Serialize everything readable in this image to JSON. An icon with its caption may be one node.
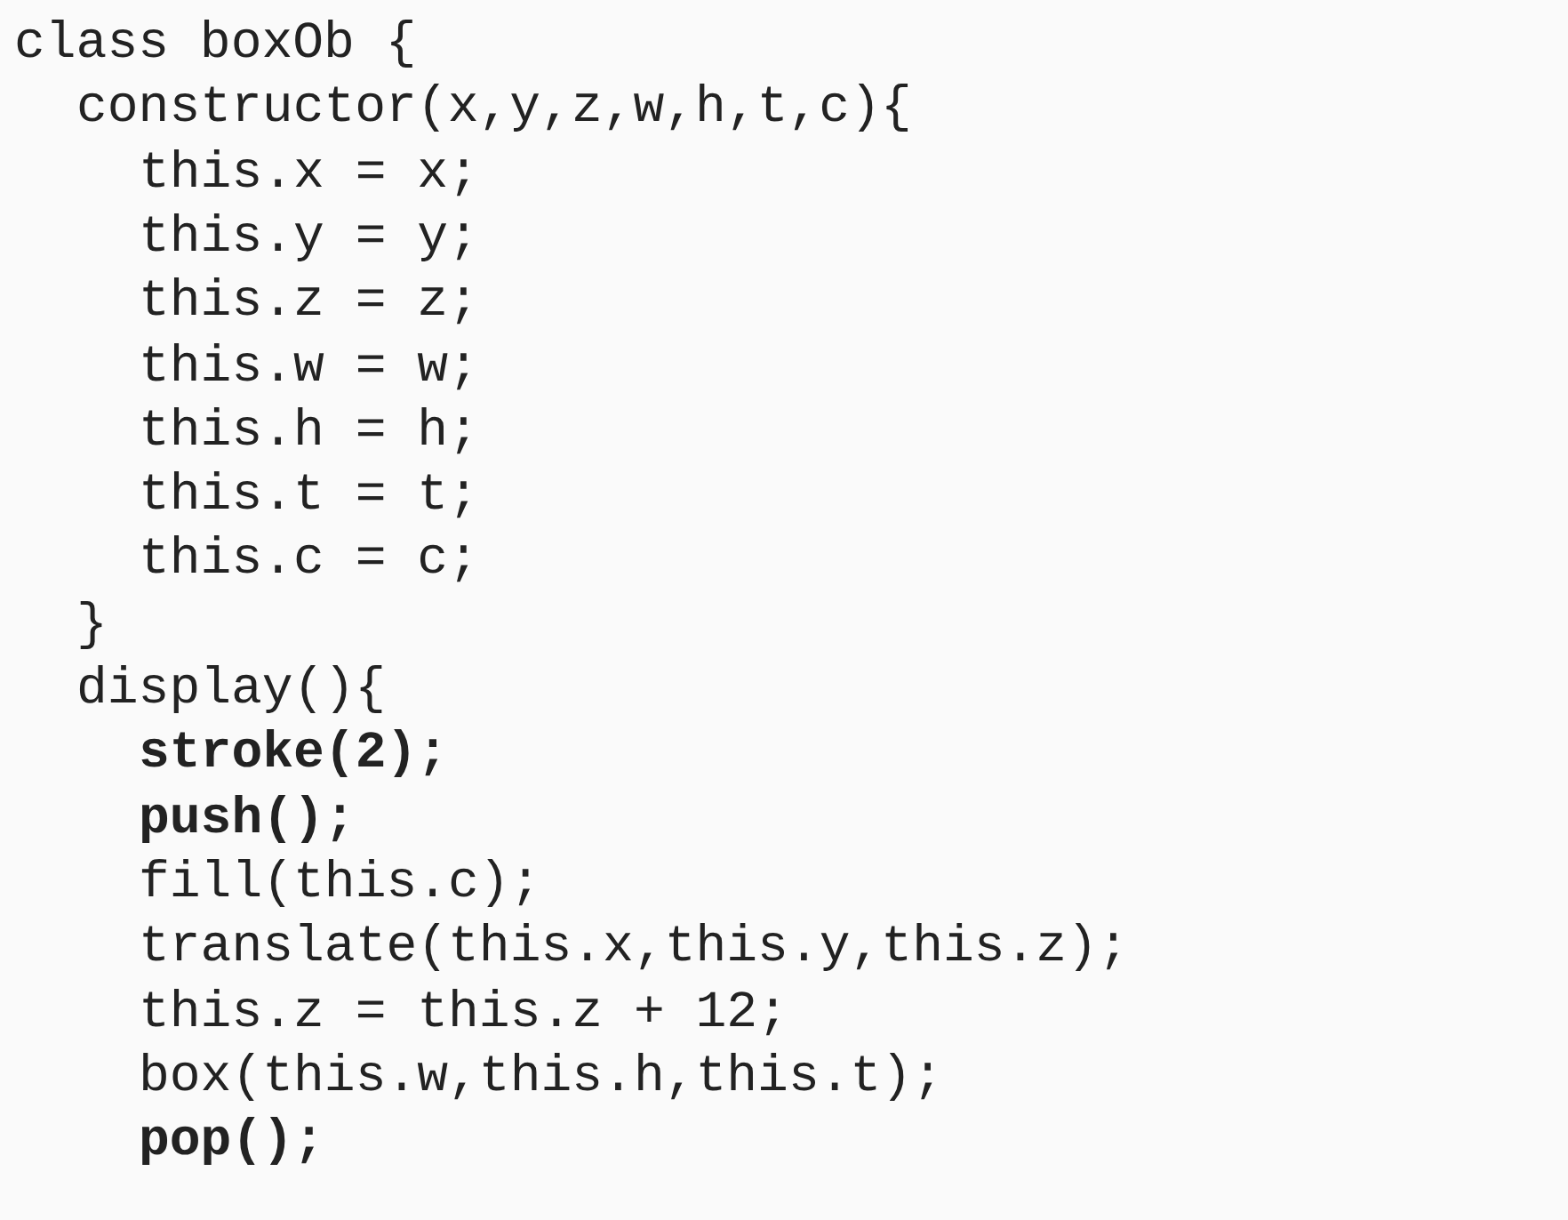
{
  "diagram": {
    "labels": [
      "class boxOb {",
      "constructor(x,y,z,w,h,t,c){",
      "this.x = x;",
      "this.y = y;",
      "this.z = z;",
      "this.w = w;",
      "this.h = h;",
      "this.t = t;",
      "this.c = c;",
      "}",
      "display(){",
      "stroke(2);",
      "push();",
      "fill(this.c);",
      "translate(this.x,this.y,this.z);",
      "this.z = this.z + 12;",
      "box(this.w,this.h,this.t);",
      "pop();"
    ]
  }
}
